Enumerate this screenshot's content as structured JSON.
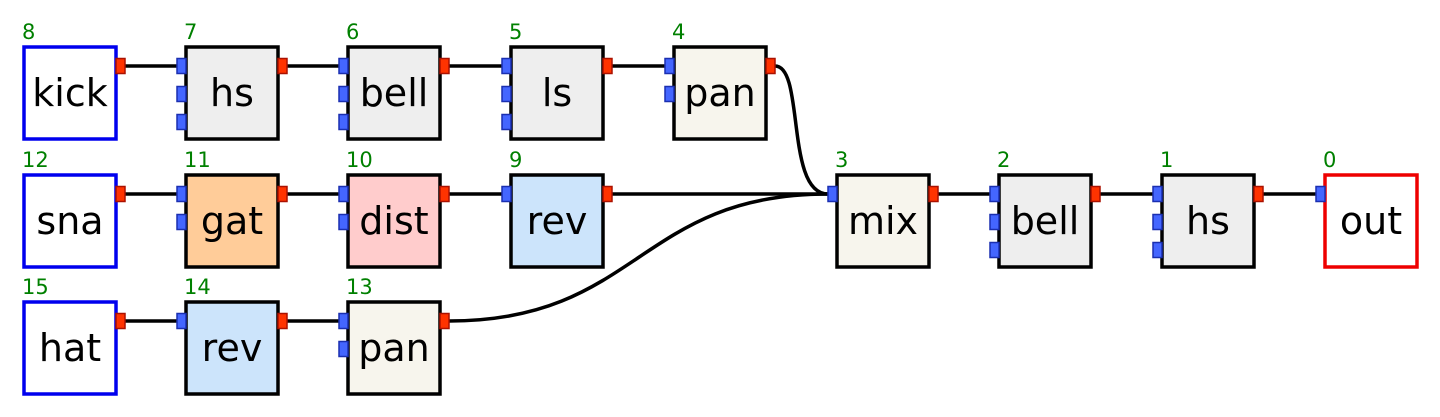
{
  "colors": {
    "source_border": "#0000ee",
    "output_border": "#ee0000",
    "node_border": "#000000",
    "wire": "#000000",
    "input_port_fill": "#4466ff",
    "input_port_stroke": "#1a2fb0",
    "output_port_fill": "#ff3300",
    "output_port_stroke": "#aa1100",
    "index_text": "#008000"
  },
  "nodes": [
    {
      "id": "8",
      "label": "kick",
      "kind": "source",
      "fill": "#ffffff",
      "inputs": 0
    },
    {
      "id": "7",
      "label": "hs",
      "kind": "effect",
      "fill": "#eeeeee",
      "inputs": 3
    },
    {
      "id": "6",
      "label": "bell",
      "kind": "effect",
      "fill": "#eeeeee",
      "inputs": 3
    },
    {
      "id": "5",
      "label": "ls",
      "kind": "effect",
      "fill": "#eeeeee",
      "inputs": 3
    },
    {
      "id": "4",
      "label": "pan",
      "kind": "effect",
      "fill": "#f7f5ed",
      "inputs": 2
    },
    {
      "id": "12",
      "label": "sna",
      "kind": "source",
      "fill": "#ffffff",
      "inputs": 0
    },
    {
      "id": "11",
      "label": "gat",
      "kind": "effect",
      "fill": "#ffcc99",
      "inputs": 2
    },
    {
      "id": "10",
      "label": "dist",
      "kind": "effect",
      "fill": "#ffcccc",
      "inputs": 2
    },
    {
      "id": "9",
      "label": "rev",
      "kind": "effect",
      "fill": "#cce4fb",
      "inputs": 1
    },
    {
      "id": "15",
      "label": "hat",
      "kind": "source",
      "fill": "#ffffff",
      "inputs": 0
    },
    {
      "id": "14",
      "label": "rev",
      "kind": "effect",
      "fill": "#cce4fb",
      "inputs": 1
    },
    {
      "id": "13",
      "label": "pan",
      "kind": "effect",
      "fill": "#f7f5ed",
      "inputs": 2
    },
    {
      "id": "3",
      "label": "mix",
      "kind": "effect",
      "fill": "#f7f5ed",
      "inputs": 1
    },
    {
      "id": "2",
      "label": "bell",
      "kind": "effect",
      "fill": "#eeeeee",
      "inputs": 3
    },
    {
      "id": "1",
      "label": "hs",
      "kind": "effect",
      "fill": "#eeeeee",
      "inputs": 3
    },
    {
      "id": "0",
      "label": "out",
      "kind": "output",
      "fill": "#ffffff",
      "inputs": 1
    }
  ],
  "edges": [
    {
      "from": "8",
      "to": "7"
    },
    {
      "from": "7",
      "to": "6"
    },
    {
      "from": "6",
      "to": "5"
    },
    {
      "from": "5",
      "to": "4"
    },
    {
      "from": "4",
      "to": "3"
    },
    {
      "from": "12",
      "to": "11"
    },
    {
      "from": "11",
      "to": "10"
    },
    {
      "from": "10",
      "to": "9"
    },
    {
      "from": "9",
      "to": "3"
    },
    {
      "from": "15",
      "to": "14"
    },
    {
      "from": "14",
      "to": "13"
    },
    {
      "from": "13",
      "to": "3"
    },
    {
      "from": "3",
      "to": "2"
    },
    {
      "from": "2",
      "to": "1"
    },
    {
      "from": "1",
      "to": "0"
    }
  ]
}
